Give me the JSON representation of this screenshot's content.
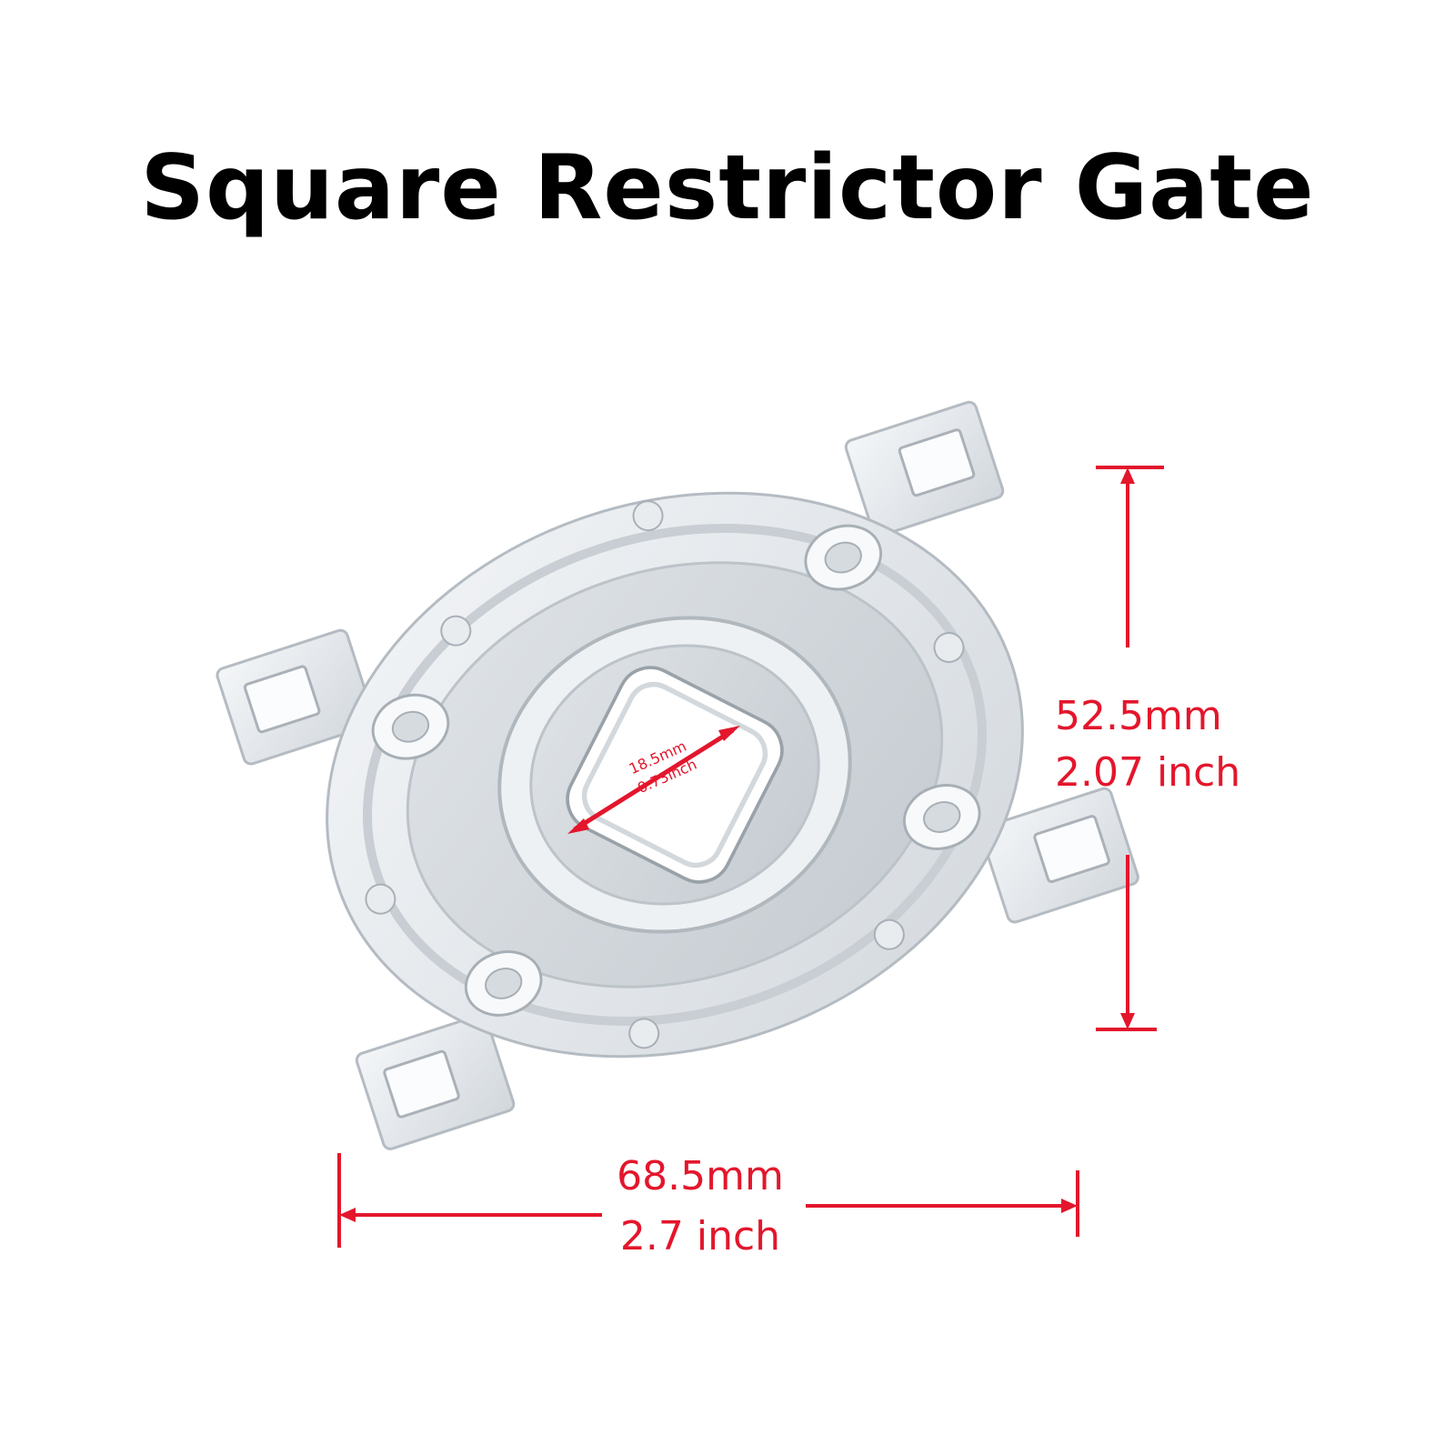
{
  "title": "Square Restrictor Gate",
  "colors": {
    "dimension": "#e3162c",
    "title": "#000000"
  },
  "dimensions": {
    "height": {
      "metric": "52.5mm",
      "imperial": "2.07 inch"
    },
    "width": {
      "metric": "68.5mm",
      "imperial": "2.7 inch"
    },
    "inner": {
      "metric": "18.5mm",
      "imperial": "0.73inch"
    }
  }
}
